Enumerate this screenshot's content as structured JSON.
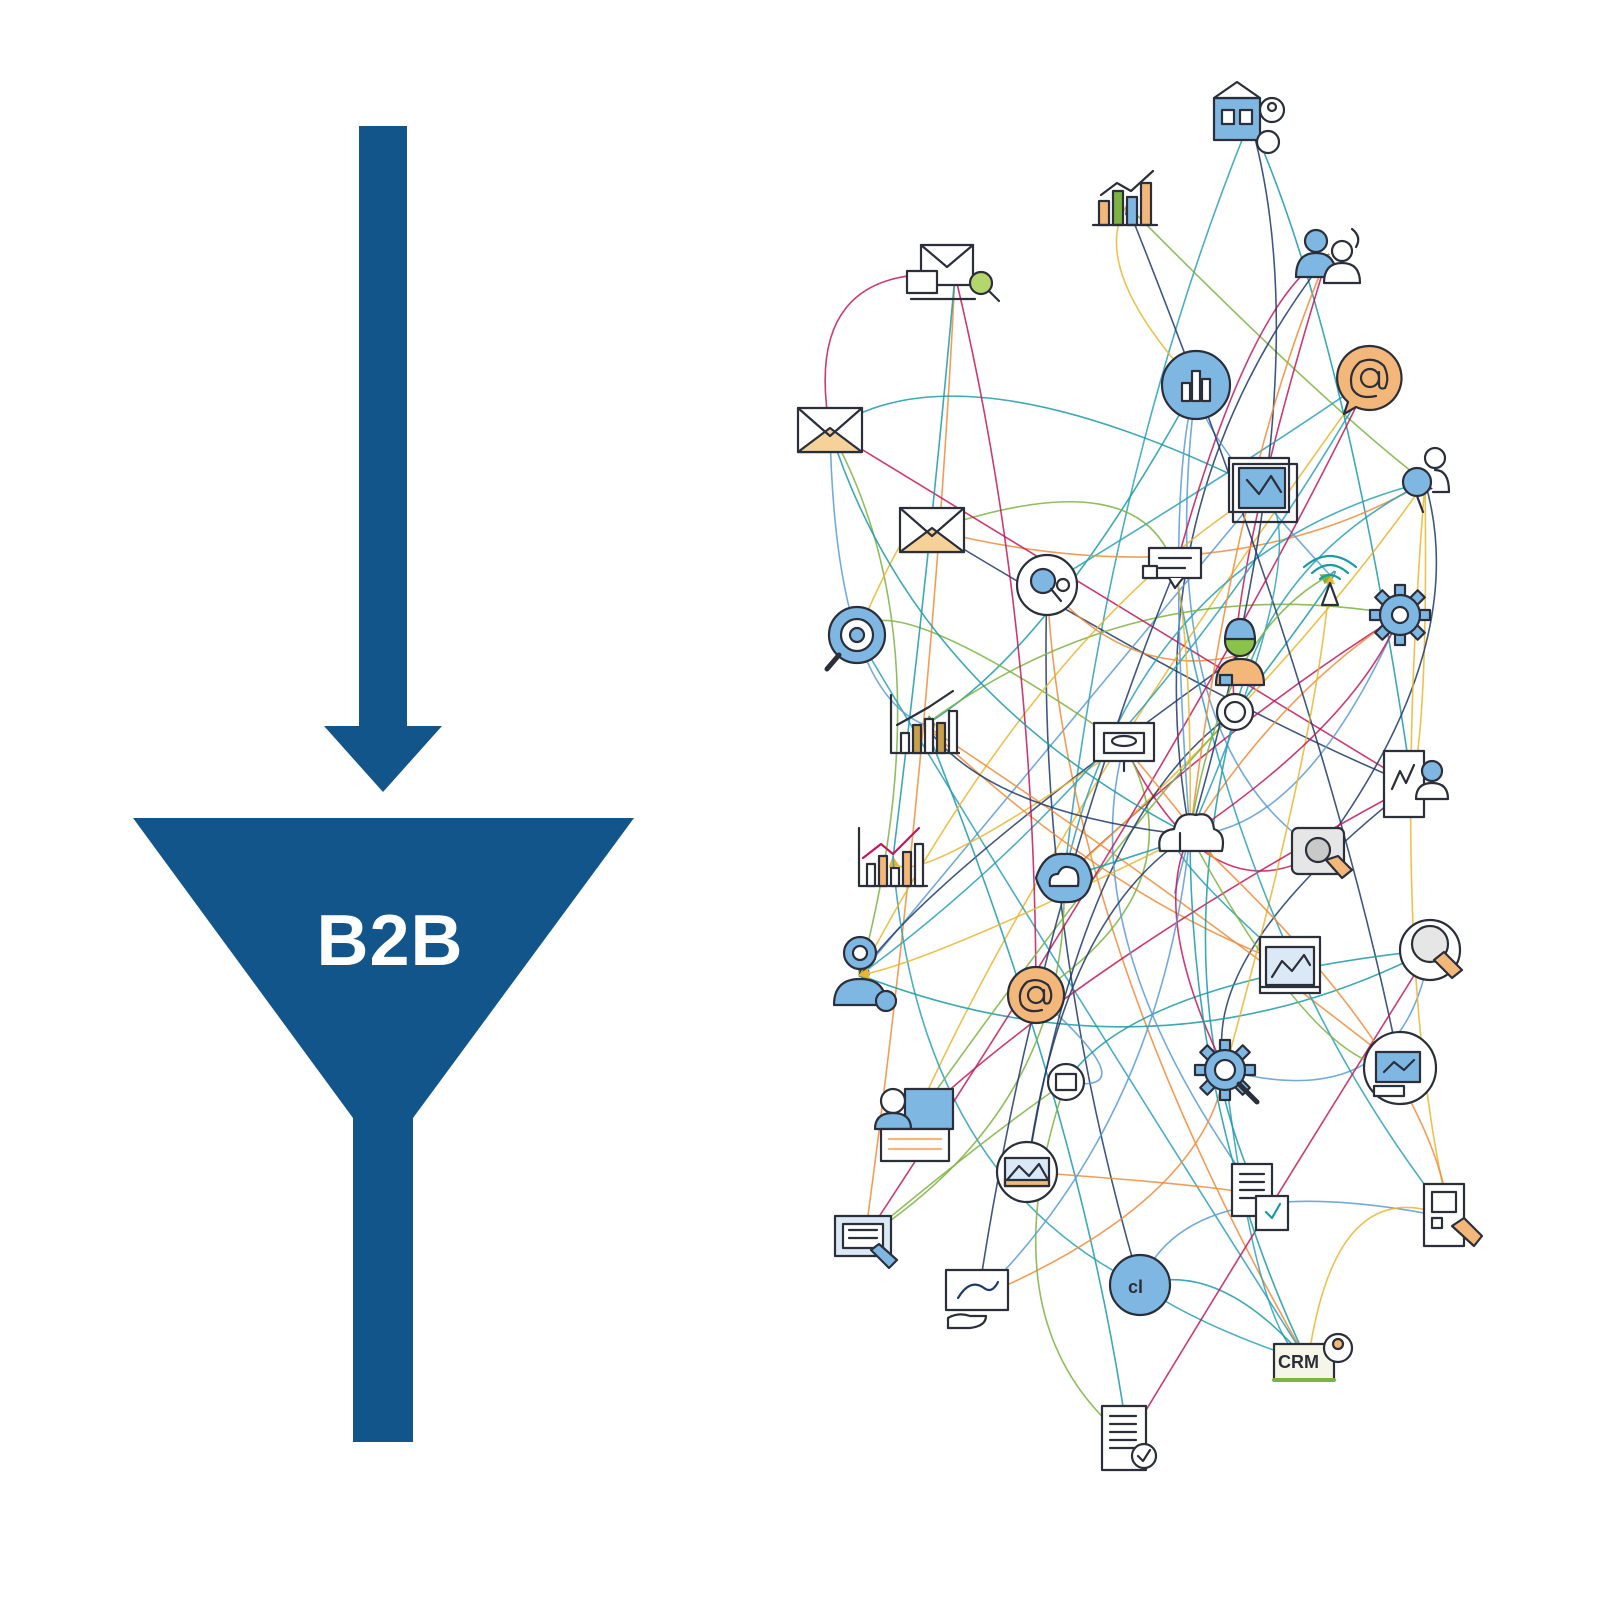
{
  "funnel": {
    "label": "B2B",
    "color": "#12558a"
  },
  "network": {
    "link_colors": [
      "#1a9aa8",
      "#2aa0b8",
      "#e8b630",
      "#7cb342",
      "#c2185b",
      "#1f3a6b",
      "#f08c3a",
      "#5b9bd5"
    ],
    "icon_stroke": "#2b2f3a",
    "icon_fill_blue": "#7fb7e3",
    "icon_fill_orange": "#f4b77a",
    "crm_label": "CRM",
    "analytics_label": "cl",
    "nodes": [
      {
        "name": "building-user-icon",
        "icon": "building"
      },
      {
        "name": "bar-chart-icon",
        "icon": "bar-chart"
      },
      {
        "name": "team-users-icon",
        "icon": "users"
      },
      {
        "name": "email-search-icon",
        "icon": "email-search"
      },
      {
        "name": "analytics-circle-icon",
        "icon": "analytics-circle"
      },
      {
        "name": "at-sign-bubble-icon",
        "icon": "at-bubble"
      },
      {
        "name": "envelope-icon",
        "icon": "envelope"
      },
      {
        "name": "envelope-small-icon",
        "icon": "envelope"
      },
      {
        "name": "map-frame-icon",
        "icon": "map-frame"
      },
      {
        "name": "user-pin-icon",
        "icon": "user-pin"
      },
      {
        "name": "chat-message-icon",
        "icon": "chat"
      },
      {
        "name": "search-user-icon",
        "icon": "search-user"
      },
      {
        "name": "wifi-signal-icon",
        "icon": "wifi"
      },
      {
        "name": "target-search-icon",
        "icon": "target"
      },
      {
        "name": "settings-gear-icon",
        "icon": "gear"
      },
      {
        "name": "support-agent-icon",
        "icon": "agent"
      },
      {
        "name": "growth-chart-icon",
        "icon": "growth-chart"
      },
      {
        "name": "search-circle-icon",
        "icon": "search-circle"
      },
      {
        "name": "monitor-presentation-icon",
        "icon": "monitor"
      },
      {
        "name": "tablet-user-icon",
        "icon": "tablet-user"
      },
      {
        "name": "cloud-hub-icon",
        "icon": "cloud"
      },
      {
        "name": "trend-chart-icon",
        "icon": "trend-chart"
      },
      {
        "name": "cloud-badge-icon",
        "icon": "cloud-badge"
      },
      {
        "name": "touch-target-icon",
        "icon": "touch-target"
      },
      {
        "name": "dashboard-screen-icon",
        "icon": "dashboard"
      },
      {
        "name": "profile-touch-icon",
        "icon": "profile-touch"
      },
      {
        "name": "user-target-icon",
        "icon": "user-target"
      },
      {
        "name": "at-sign-circle-icon",
        "icon": "at-circle"
      },
      {
        "name": "presentation-screen-icon",
        "icon": "presentation"
      },
      {
        "name": "map-circle-icon",
        "icon": "map-circle"
      },
      {
        "name": "gear-search-icon",
        "icon": "gear-search"
      },
      {
        "name": "user-report-icon",
        "icon": "user-report"
      },
      {
        "name": "landscape-circle-icon",
        "icon": "landscape"
      },
      {
        "name": "documents-icon",
        "icon": "documents"
      },
      {
        "name": "device-touch-icon",
        "icon": "device-touch"
      },
      {
        "name": "form-touch-icon",
        "icon": "form-touch"
      },
      {
        "name": "screen-hand-icon",
        "icon": "screen-hand"
      },
      {
        "name": "analytics-badge-icon",
        "icon": "analytics-badge"
      },
      {
        "name": "crm-user-icon",
        "icon": "crm"
      },
      {
        "name": "document-check-icon",
        "icon": "document-check"
      }
    ]
  }
}
